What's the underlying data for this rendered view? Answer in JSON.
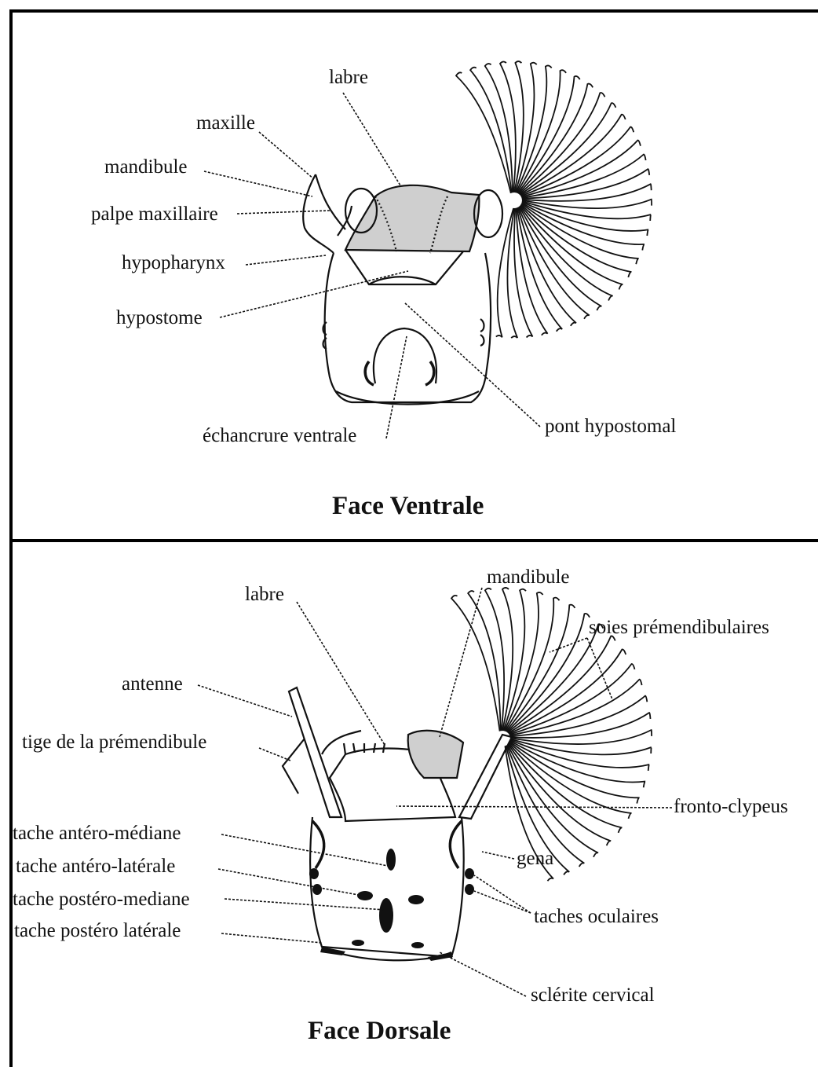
{
  "ventral": {
    "title": "Face Ventrale",
    "labels": {
      "labre": "labre",
      "maxille": "maxille",
      "mandibule": "mandibule",
      "palpe_maxillaire": "palpe maxillaire",
      "hypopharynx": "hypopharynx",
      "hypostome": "hypostome",
      "echancrure_ventrale": "échancrure ventrale",
      "pont_hypostomal": "pont hypostomal"
    }
  },
  "dorsal": {
    "title": "Face Dorsale",
    "labels": {
      "labre": "labre",
      "mandibule": "mandibule",
      "soies_premendibulaires": "soies prémendibulaires",
      "antenne": "antenne",
      "tige_premendibule": "tige de la prémendibule",
      "fronto_clypeus": "fronto-clypeus",
      "tache_antero_mediane": "tache antéro-médiane",
      "tache_antero_laterale": "tache antéro-latérale",
      "gena": "gena",
      "tache_postero_mediane": "tache postéro-mediane",
      "taches_oculaires": "taches oculaires",
      "tache_postero_laterale": "tache postéro latérale",
      "sclerite_cervical": "sclérite cervical"
    }
  }
}
